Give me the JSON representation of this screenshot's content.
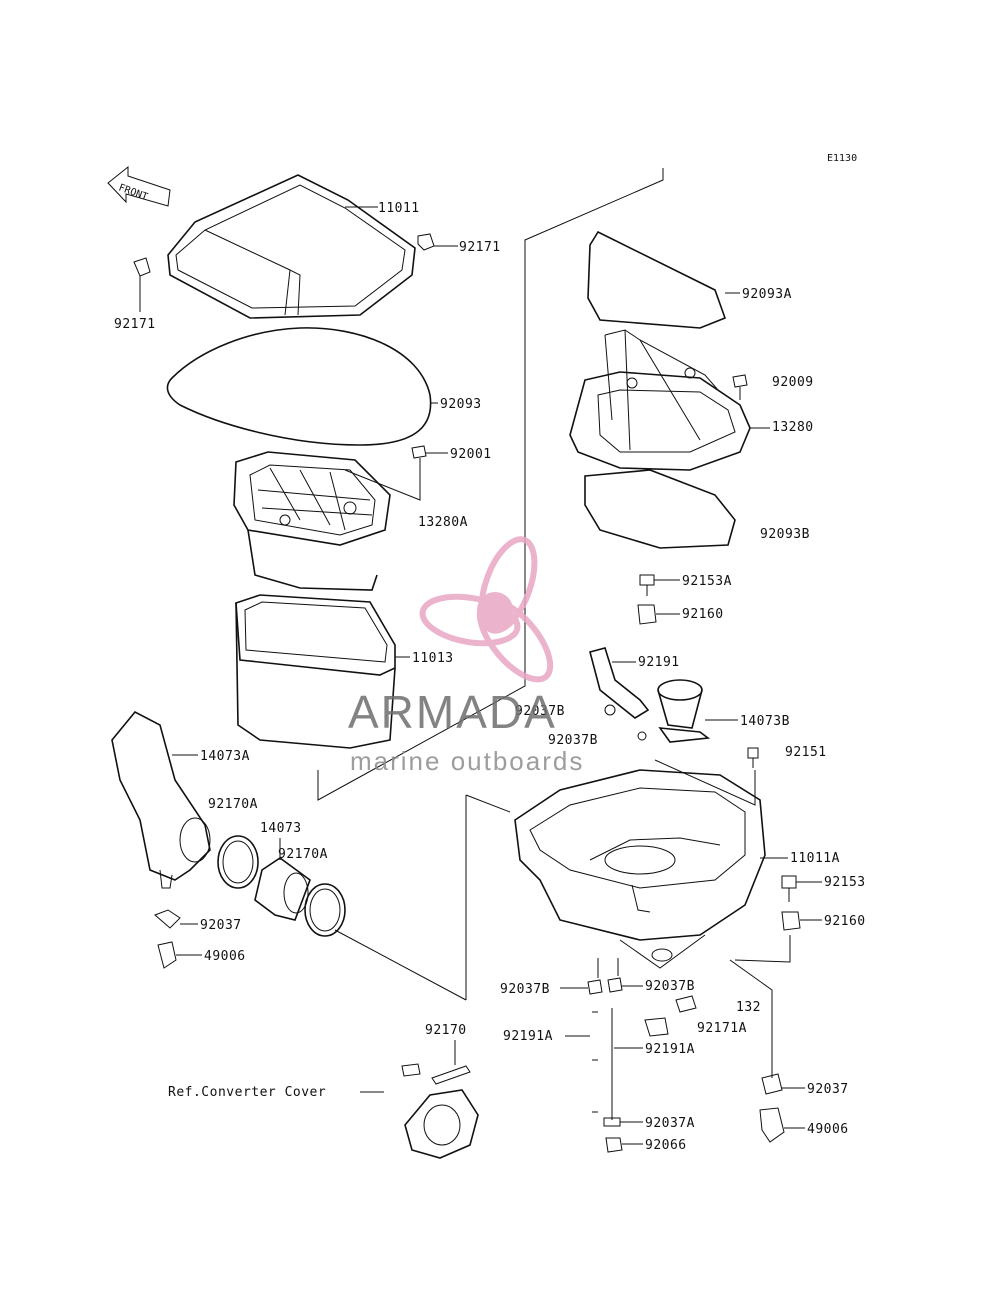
{
  "diagram_code": "E1130",
  "front_label": "FRONT",
  "watermark": {
    "brand": "ARMADA",
    "tagline": "marine outboards",
    "accent_color": "#e8a6c4",
    "text_color": "#6e6e6e"
  },
  "reference_note": "Ref.Converter Cover",
  "parts": {
    "p11011": "11011",
    "p92171_top": "92171",
    "p92171_left": "92171",
    "p92093": "92093",
    "p92001": "92001",
    "p13280A": "13280A",
    "p11013": "11013",
    "p14073A": "14073A",
    "p92170A_left": "92170A",
    "p14073": "14073",
    "p92170A_right": "92170A",
    "p92037_left": "92037",
    "p49006_left": "49006",
    "p92093A": "92093A",
    "p92009": "92009",
    "p13280": "13280",
    "p92093B": "92093B",
    "p92153A": "92153A",
    "p92160_top": "92160",
    "p92191": "92191",
    "p92037B_1": "92037B",
    "p92037B_2": "92037B",
    "p14073B": "14073B",
    "p92151": "92151",
    "p11011A": "11011A",
    "p92153": "92153",
    "p92160_bottom": "92160",
    "p92037B_3": "92037B",
    "p92037B_4": "92037B",
    "p132": "132",
    "p92171A": "92171A",
    "p92191A_left": "92191A",
    "p92191A_right": "92191A",
    "p92170": "92170",
    "p92037_right": "92037",
    "p92037A": "92037A",
    "p92066": "92066",
    "p49006_right": "49006"
  }
}
